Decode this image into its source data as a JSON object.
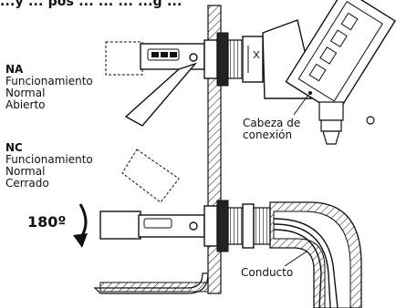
{
  "title": "...y ... pos ... ... ... ...g ...",
  "labels": {
    "na_code": "NA",
    "na_line1": "Funcionamiento",
    "na_line2": "Normal",
    "na_line3": "Abierto",
    "nc_code": "NC",
    "nc_line1": "Funcionamiento",
    "nc_line2": "Normal",
    "nc_line3": "Cerrado",
    "rotation": "180º",
    "head_line1": "Cabeza de",
    "head_line2": "conexión",
    "conduit": "Conducto"
  },
  "colors": {
    "ink": "#111111",
    "fill_dark": "#222222",
    "fill_light": "#ffffff"
  }
}
